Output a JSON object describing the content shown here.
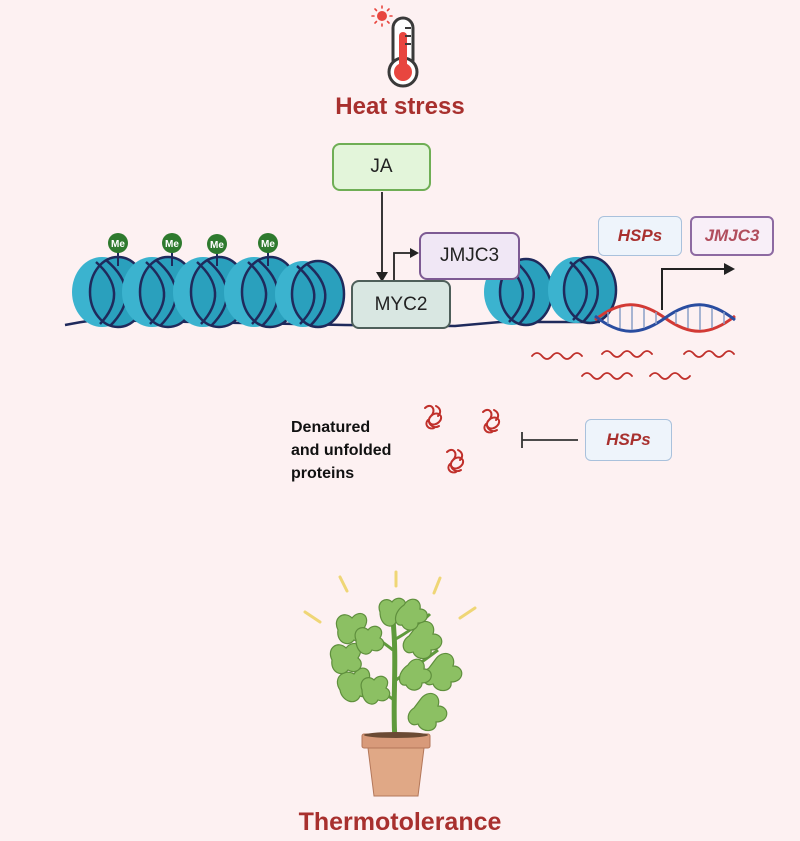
{
  "header": {
    "stress_label": "Heat stress"
  },
  "regulators": {
    "ja_label": "JA",
    "myc2_label": "MYC2",
    "jmjc3_label": "JMJC3"
  },
  "methyl_mark_label": "Me",
  "genes": {
    "hsps_label": "HSPs",
    "jmjc3_label": "JMJC3"
  },
  "proteins": {
    "line1": "Denatured",
    "line2": "and unfolded",
    "line3": "proteins",
    "hsps_label": "HSPs"
  },
  "outcome": {
    "label": "Thermotolerance"
  },
  "colors": {
    "background": "#fdf1f2",
    "title_red": "#a8302e",
    "nucleosome": "#3bb3cf",
    "dna_strand": "#1f2a5c",
    "methyl_mark": "#2e7a2e"
  }
}
